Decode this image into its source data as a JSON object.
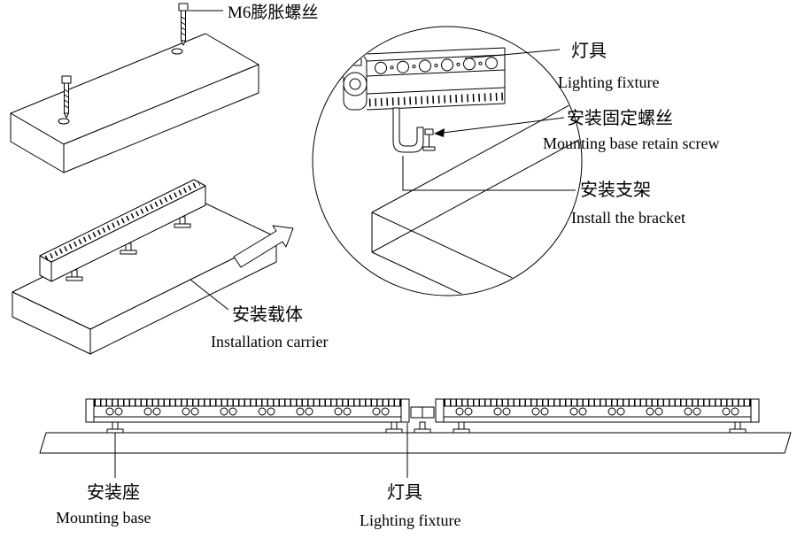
{
  "isometric_view": {
    "m6_screw": "M6膨胀螺丝",
    "carrier_zh": "安装载体",
    "carrier_en": "Installation carrier"
  },
  "detail_view": {
    "fixture_zh": "灯具",
    "fixture_en": "Lighting fixture",
    "retain_screw_zh": "安装固定螺丝",
    "retain_screw_en": "Mounting base retain screw",
    "bracket_zh": "安装支架",
    "bracket_en": "Install the bracket"
  },
  "elevation_view": {
    "mounting_base_zh": "安装座",
    "mounting_base_en": "Mounting base",
    "fixture_zh": "灯具",
    "fixture_en": "Lighting fixture"
  },
  "colors": {
    "line": "#000000",
    "background": "#ffffff"
  }
}
